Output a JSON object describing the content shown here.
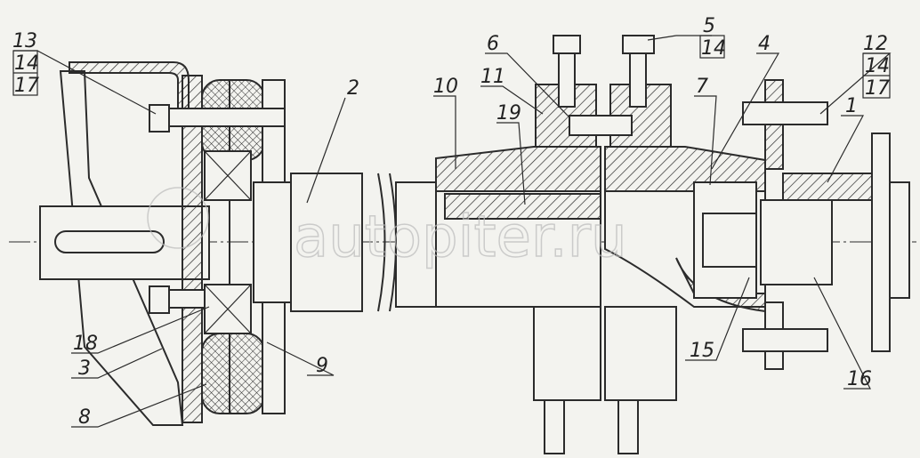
{
  "title": "Assembly drawing — shaft coupling unit",
  "watermark": "autopiter.ru",
  "colors": {
    "background": "#f3f3ef",
    "line": "#2b2b2b"
  },
  "callouts": {
    "c13": "13",
    "c13_14": "14",
    "c13_17": "17",
    "c2": "2",
    "c10": "10",
    "c19": "19",
    "c6": "6",
    "c11": "11",
    "c5": "5",
    "c5_14": "14",
    "c4": "4",
    "c7": "7",
    "c12": "12",
    "c12_14": "14",
    "c12_17": "17",
    "c1": "1",
    "c18": "18",
    "c3": "3",
    "c8": "8",
    "c9": "9",
    "c15": "15",
    "c16": "16"
  }
}
